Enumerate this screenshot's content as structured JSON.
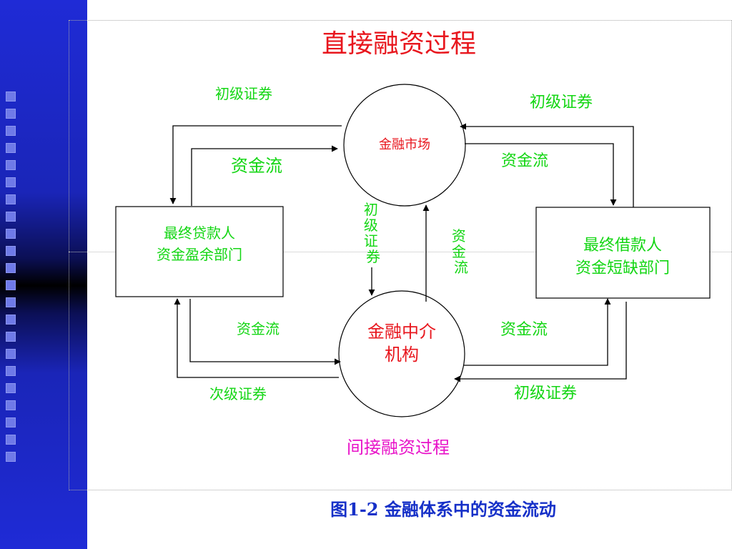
{
  "title": "直接融资过程",
  "nodes": {
    "market": "金融市场",
    "intermediary_line1": "金融中介",
    "intermediary_line2": "机构",
    "lender_line1": "最终贷款人",
    "lender_line2": "资金盈余部门",
    "borrower_line1": "最终借款人",
    "borrower_line2": "资金短缺部门"
  },
  "labels": {
    "top_left_securities": "初级证券",
    "top_left_funds": "资金流",
    "top_right_securities": "初级证券",
    "top_right_funds": "资金流",
    "center_securities": "初级证券",
    "center_funds": "资金流",
    "bottom_left_funds": "资金流",
    "bottom_left_securities": "次级证券",
    "bottom_right_funds": "资金流",
    "bottom_right_securities": "初级证券"
  },
  "subtitle": "间接融资过程",
  "caption": "图1-2  金融体系中的资金流动",
  "colors": {
    "band": "#1f2bd6",
    "title": "#e8171e",
    "label": "#13d613",
    "subtitle": "#e812c8",
    "caption": "#1630c8"
  }
}
